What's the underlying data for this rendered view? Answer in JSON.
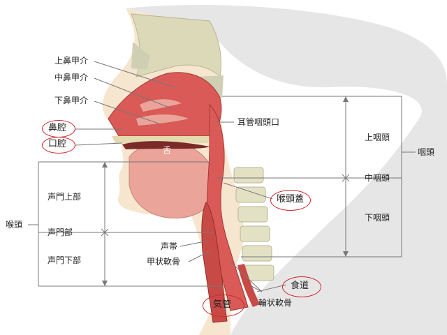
{
  "labels": {
    "superior_turbinate": "上鼻甲介",
    "middle_turbinate": "中鼻甲介",
    "inferior_turbinate": "下鼻甲介",
    "nasal_cavity": "鼻腔",
    "oral_cavity": "口腔",
    "tongue": "舌",
    "eustachian_opening": "耳管咽頭口",
    "epiglottis": "喉頭蓋",
    "supraglottis": "声門上部",
    "glottis": "声門部",
    "subglottis": "声門下部",
    "larynx": "喉頭",
    "vocal_cord": "声帯",
    "thyroid_cartilage": "甲状軟骨",
    "cricoid_cartilage": "輪状軟骨",
    "trachea": "気管",
    "esophagus": "食道",
    "nasopharynx": "上咽頭",
    "oropharynx": "中咽頭",
    "hypopharynx": "下咽頭",
    "pharynx": "咽頭"
  },
  "highlighted": [
    "鼻腔",
    "口腔",
    "喉頭蓋",
    "食道",
    "気管"
  ],
  "colors": {
    "highlight_oval": "#d0282b",
    "tissue": "#d95a56",
    "tissue_light": "#eaa49a",
    "bone": "#dcd9b8",
    "skin": "#f6e6cf",
    "head_gray": "#e6e6e6",
    "line": "#777777"
  }
}
